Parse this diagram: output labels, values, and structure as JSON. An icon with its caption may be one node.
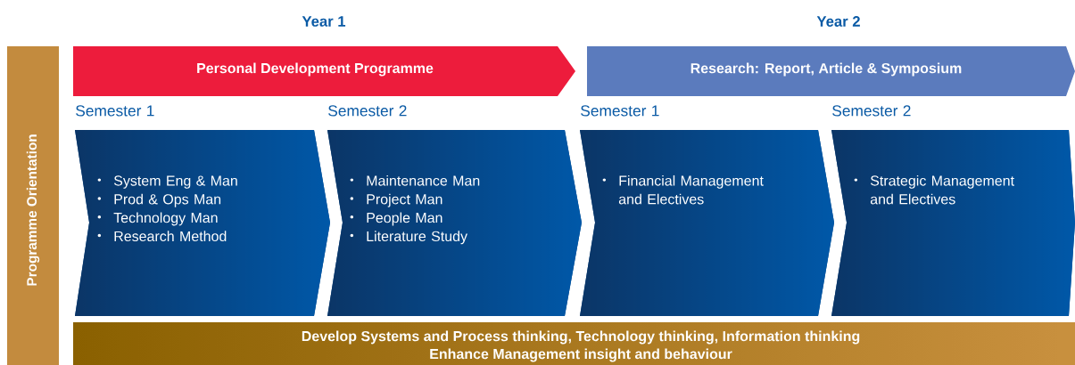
{
  "diagram": {
    "nodes": [
      {
        "text": [
          "Programme Orientation"
        ]
      },
      {
        "text": [
          "Personal Development Programme"
        ]
      },
      {
        "text": [
          "Research: Report, Article & Symposium"
        ]
      },
      {
        "text": [
          "Semester 1",
          "System Eng & Man",
          "Prod & Ops Man",
          "Technology Man",
          "Research Method"
        ]
      },
      {
        "text": [
          "Semester 2",
          "Maintenance Man",
          "Project Man",
          "People Man",
          "Literature Study"
        ]
      },
      {
        "text": [
          "Semester 1",
          "Financial Management and Electives"
        ]
      },
      {
        "text": [
          "Semester 2",
          "Strategic Management and Electives"
        ]
      },
      {
        "text": [
          "Develop Systems and Process thinking, Technology thinking, Information thinking",
          "Enhance Management insight and behaviour"
        ]
      }
    ],
    "labels": [
      "Year 1",
      "Year 2"
    ]
  }
}
